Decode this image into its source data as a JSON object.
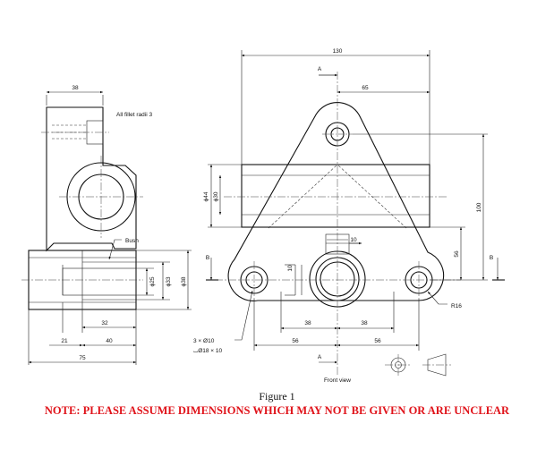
{
  "figure": {
    "caption": "Figure 1",
    "note": "NOTE: PLEASE ASSUME DIMENSIONS WHICH MAY NOT BE GIVEN OR ARE UNCLEAR"
  },
  "side_view": {
    "fillet_note": "All fillet radii 3",
    "bush_label": "Bush",
    "dims": {
      "top_width": "38",
      "bore_25": "ϕ25",
      "bore_33": "ϕ33",
      "bore_38": "ϕ38",
      "d32": "32",
      "d21": "21",
      "d40": "40",
      "d75": "75"
    }
  },
  "front_view": {
    "title": "Front view",
    "section_mark": "A",
    "cutting_plane_mark": "B",
    "hole_callout_1": "3 × Ø10",
    "hole_callout_2": "⌴Ø18 × 10",
    "radius": "R16",
    "dims": {
      "overall_130": "130",
      "top_65": "65",
      "dia_44": "ϕ44",
      "dia_30": "ϕ30",
      "slot_10": "10",
      "web_10": "10",
      "h100": "100",
      "h56": "56",
      "left_38": "38",
      "right_38": "38",
      "left_56": "56",
      "right_56": "56"
    }
  },
  "projection_symbol": "third-angle-projection-icon"
}
